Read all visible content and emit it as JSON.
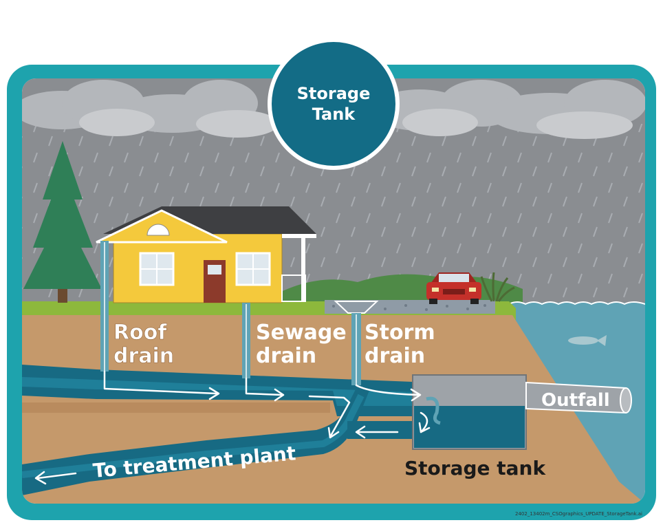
{
  "title": {
    "line1": "Storage",
    "line2": "Tank"
  },
  "labels": {
    "roof_drain": [
      "Roof",
      "drain"
    ],
    "sewage_drain": [
      "Sewage",
      "drain"
    ],
    "storm_drain": [
      "Storm",
      "drain"
    ],
    "outfall": "Outfall",
    "treatment_plant": "To treatment plant",
    "storage_tank": "Storage tank"
  },
  "file_code": "2402_13402m_CSOgraphics_UPDATE_StorageTank.ai",
  "colors": {
    "frame": "#1ea3ad",
    "badge": "#136c86",
    "sky": "#8a8d91",
    "grass": "#8db83c",
    "soil": "#c5996b",
    "pipe": "#176a83",
    "water": "#5fa3b5",
    "house": "#f4c93c",
    "roof": "#3e3f42",
    "car": "#c4302a",
    "tree": "#2f7f57"
  },
  "icons": [
    "cloud-icon",
    "tree-icon",
    "house-icon",
    "car-icon",
    "fish-icon",
    "reed-icon",
    "arrow-icon"
  ]
}
